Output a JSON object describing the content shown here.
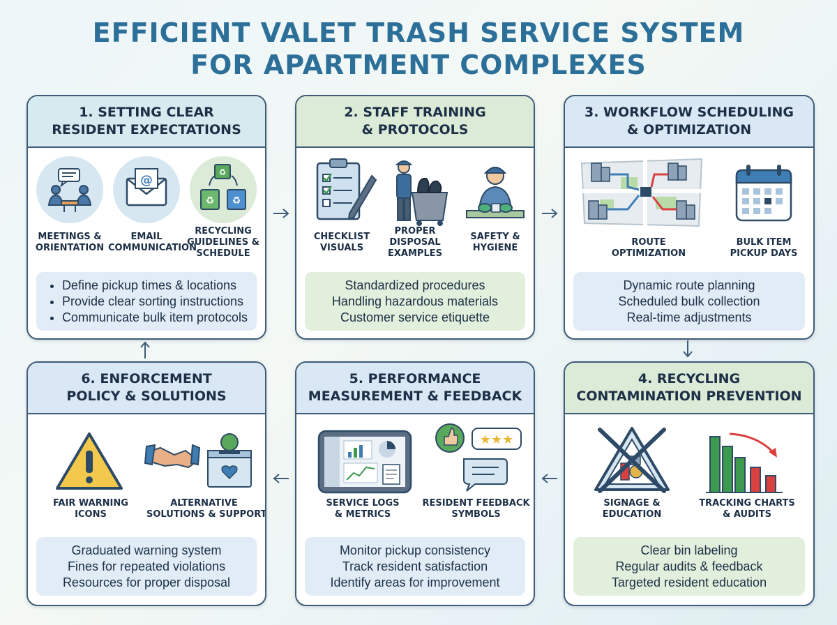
{
  "title": {
    "line1": "EFFICIENT VALET TRASH SERVICE SYSTEM",
    "line2": "FOR APARTMENT COMPLEXES"
  },
  "panels": [
    {
      "heading_line1": "1. SETTING CLEAR",
      "heading_line2": "RESIDENT EXPECTATIONS",
      "icons": [
        {
          "icon": "meeting-icon",
          "label_line1": "MEETINGS &",
          "label_line2": "ORIENTATION"
        },
        {
          "icon": "email-icon",
          "label_line1": "EMAIL",
          "label_line2": "COMMUNICATION"
        },
        {
          "icon": "recycling-bins-icon",
          "label_line1": "RECYCLING",
          "label_line2": "GUIDELINES &",
          "label_line3": "SCHEDULE"
        }
      ],
      "notes": [
        "Define pickup times & locations",
        "Provide clear sorting instructions",
        "Communicate bulk item protocols"
      ]
    },
    {
      "heading_line1": "2. STAFF TRAINING",
      "heading_line2": "& PROTOCOLS",
      "icons": [
        {
          "icon": "checklist-icon",
          "label_line1": "CHECKLIST",
          "label_line2": "VISUALS"
        },
        {
          "icon": "worker-cart-icon",
          "label_line1": "PROPER",
          "label_line2": "DISPOSAL",
          "label_line3": "EXAMPLES"
        },
        {
          "icon": "gloved-worker-icon",
          "label_line1": "SAFETY &",
          "label_line2": "HYGIENE"
        }
      ],
      "notes": [
        "Standardized procedures",
        "Handling hazardous materials",
        "Customer service etiquette"
      ]
    },
    {
      "heading_line1": "3. WORKFLOW SCHEDULING",
      "heading_line2": "& OPTIMIZATION",
      "icons": [
        {
          "icon": "route-map-icon",
          "label_line1": "ROUTE",
          "label_line2": "OPTIMIZATION"
        },
        {
          "icon": "calendar-icon",
          "label_line1": "BULK ITEM",
          "label_line2": "PICKUP DAYS"
        }
      ],
      "notes": [
        "Dynamic route planning",
        "Scheduled bulk collection",
        "Real-time adjustments"
      ]
    },
    {
      "heading_line1": "4. RECYCLING",
      "heading_line2": "CONTAMINATION PREVENTION",
      "icons": [
        {
          "icon": "crossed-sign-icon",
          "label_line1": "SIGNAGE &",
          "label_line2": "EDUCATION"
        },
        {
          "icon": "declining-chart-icon",
          "label_line1": "TRACKING CHARTS",
          "label_line2": "& AUDITS"
        }
      ],
      "notes": [
        "Clear bin labeling",
        "Regular audits & feedback",
        "Targeted resident education"
      ]
    },
    {
      "heading_line1": "5. PERFORMANCE",
      "heading_line2": "MEASUREMENT & FEEDBACK",
      "icons": [
        {
          "icon": "tablet-dashboard-icon",
          "label_line1": "SERVICE LOGS",
          "label_line2": "& METRICS"
        },
        {
          "icon": "feedback-icon",
          "label_line1": "RESIDENT FEEDBACK",
          "label_line2": "SYMBOLS"
        }
      ],
      "notes": [
        "Monitor pickup consistency",
        "Track resident satisfaction",
        "Identify areas for improvement"
      ]
    },
    {
      "heading_line1": "6. ENFORCEMENT",
      "heading_line2": "POLICY & SOLUTIONS",
      "icons": [
        {
          "icon": "warning-icon",
          "label_line1": "FAIR WARNING",
          "label_line2": "ICONS"
        },
        {
          "icon": "handshake-box-icon",
          "label_line1": "ALTERNATIVE",
          "label_line2": "SOLUTIONS & SUPPORT"
        }
      ],
      "notes": [
        "Graduated warning system",
        "Fines for repeated violations",
        "Resources for proper disposal"
      ]
    }
  ],
  "colors": {
    "title": "#2c6f98",
    "border": "#3e5b78",
    "header_blue": "#d9e8f4",
    "header_green": "#dcebd7",
    "header_teal": "#d6ebef",
    "arrow": "#3e5b78"
  }
}
